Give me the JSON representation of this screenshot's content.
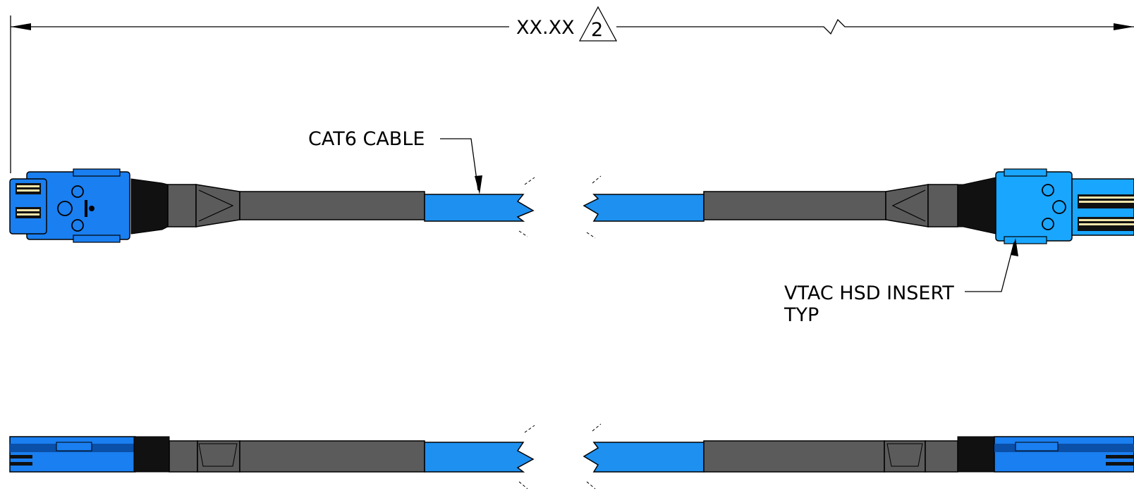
{
  "dimension": {
    "value": "XX.XX",
    "revision_flag": "2"
  },
  "callouts": {
    "cable": "CAT6 CABLE",
    "insert_line1": "VTAC HSD INSERT",
    "insert_line2": "TYP"
  },
  "colors": {
    "cable_jacket": "#1e90f0",
    "overmold": "#5b5b5b",
    "connector_housing": "#1a7ff0",
    "connector_housing_right": "#19a6ff",
    "outline": "#000000"
  }
}
